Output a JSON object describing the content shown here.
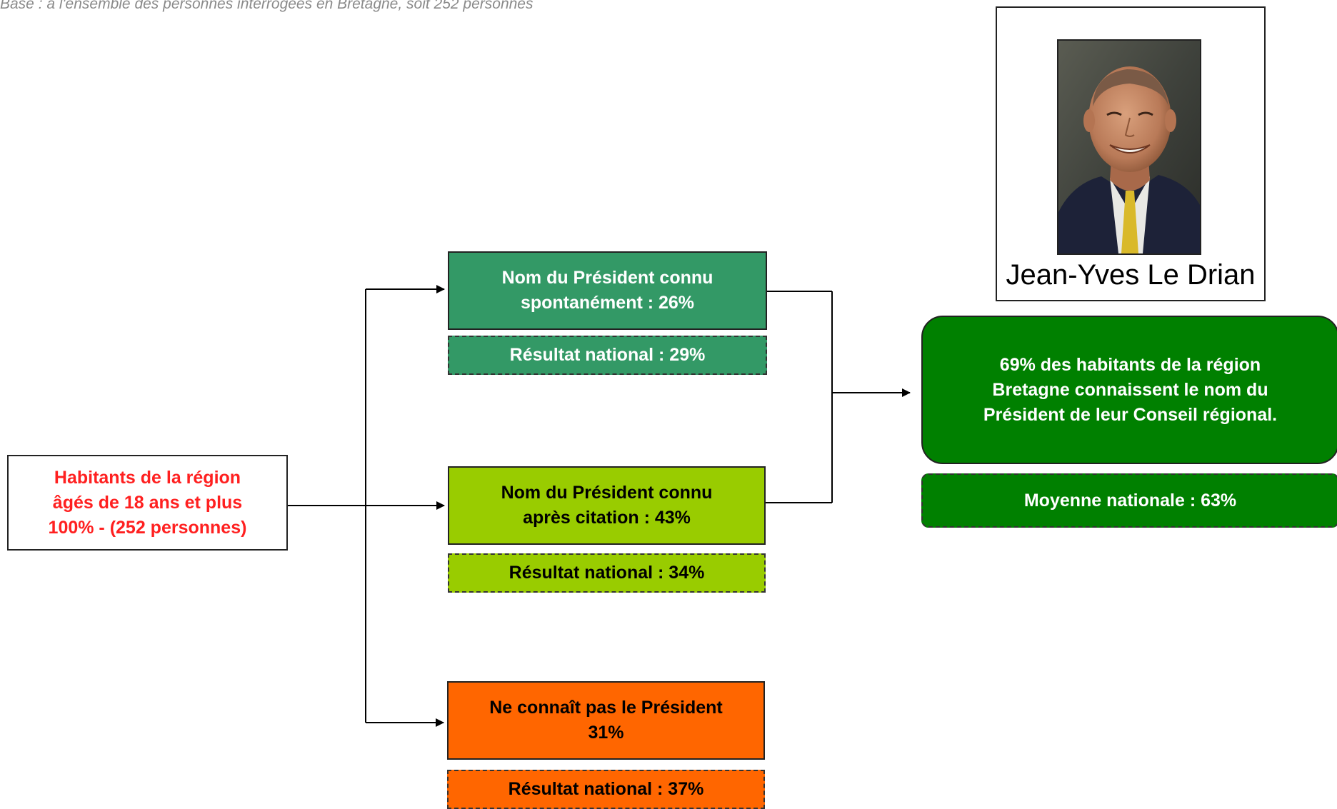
{
  "base_note": "Base : à l'ensemble des personnes interrogées en Bretagne, soit 252 personnes",
  "source": {
    "line1": "Habitants de la région",
    "line2": "âgés de 18 ans et plus",
    "line3": "100% - (252 personnes)"
  },
  "spontaneous": {
    "line1": "Nom du Président connu",
    "line2": "spontanément : 26%",
    "national": "Résultat national : 29%"
  },
  "after_citation": {
    "line1": "Nom du Président connu",
    "line2": "après citation : 43%",
    "national": "Résultat national : 34%"
  },
  "unknown": {
    "line1": "Ne connaît pas le Président",
    "line2": "31%",
    "national": "Résultat national : 37%"
  },
  "total": {
    "line1": "69% des habitants de la région",
    "line2": "Bretagne connaissent le nom du",
    "line3": "Président de leur Conseil régional.",
    "national": "Moyenne nationale : 63%"
  },
  "portrait": {
    "caption": "Jean-Yves Le Drian"
  },
  "colors": {
    "spontaneous": "#339966",
    "after_citation": "#99cc00",
    "unknown": "#ff6600",
    "total": "#008000",
    "source_text": "#ff2020"
  }
}
